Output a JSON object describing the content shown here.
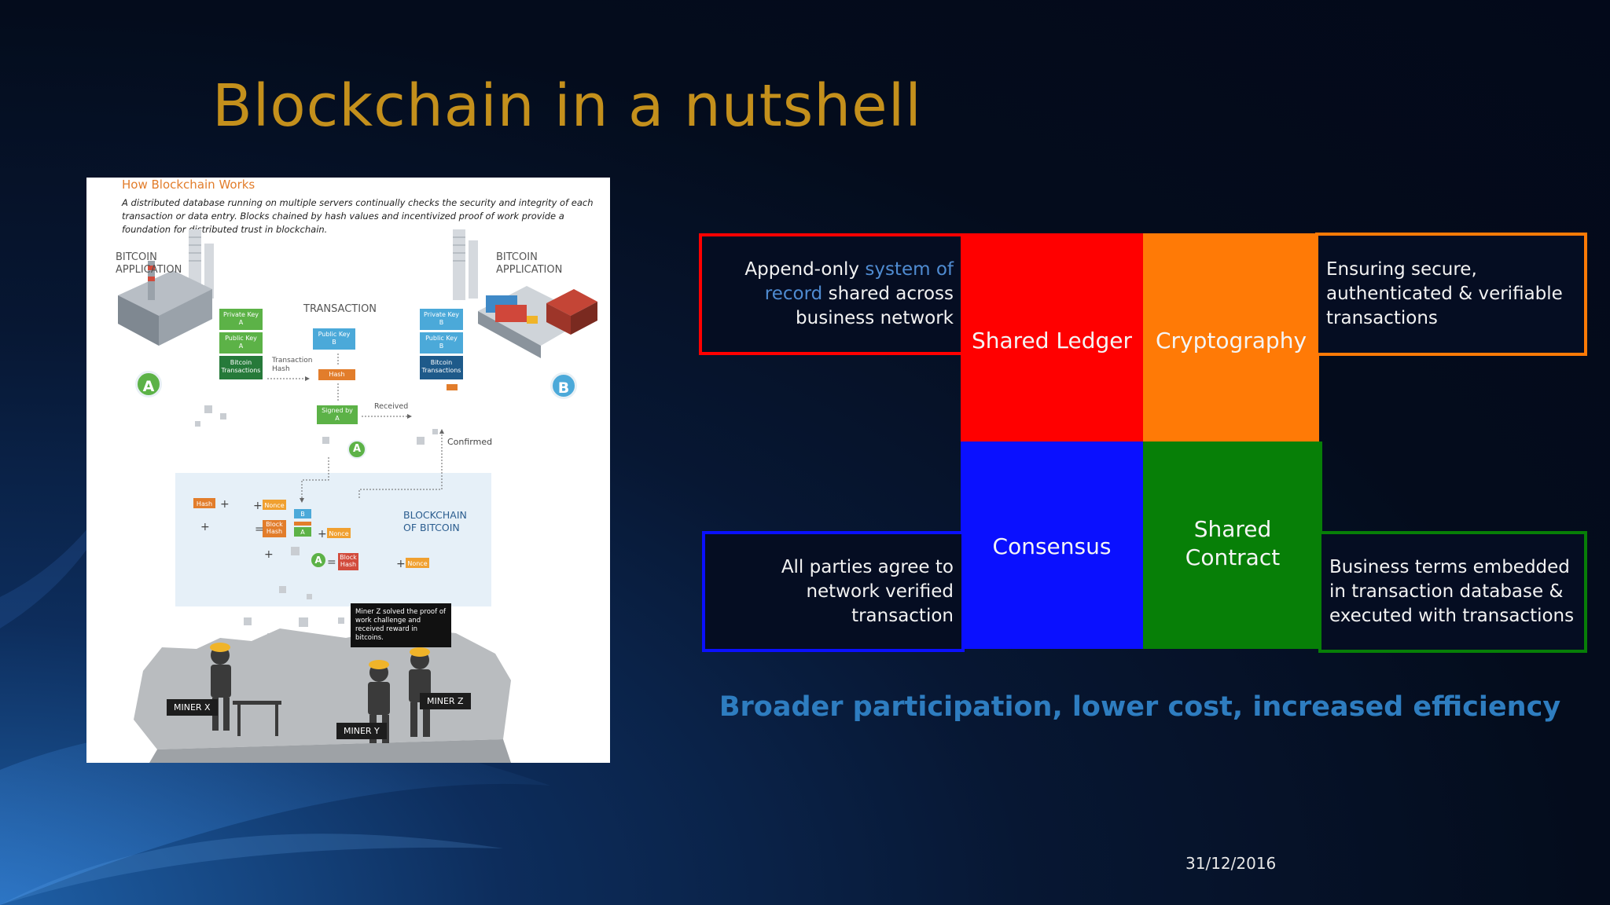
{
  "slide": {
    "title": "Blockchain in a nutshell",
    "date": "31/12/2016",
    "tagline": "Broader participation, lower cost, increased efficiency"
  },
  "infographic": {
    "heading": "How Blockchain Works",
    "description": "A distributed database running on multiple servers continually checks the security and integrity of each transaction or data entry. Blocks chained by hash values and incentivized proof of work provide a foundation for distributed trust in blockchain.",
    "app_left": "BITCOIN\nAPPLICATION",
    "app_right": "BITCOIN\nAPPLICATION",
    "transaction_label": "TRANSACTION",
    "left_stack": [
      "Private Key\nA",
      "Public Key\nA",
      "Bitcoin\nTransactions"
    ],
    "right_stack": [
      "Private Key\nB",
      "Public Key\nB",
      "Bitcoin\nTransactions"
    ],
    "center_stack": [
      "Public Key\nB",
      "Hash",
      "Signed by\nA"
    ],
    "transaction_hash": "Transaction\nHash",
    "received": "Received",
    "confirmed": "Confirmed",
    "blockchain_label": "BLOCKCHAIN\nOF BITCOIN",
    "block_labels": {
      "hash": "Hash",
      "nonce": "Nonce",
      "block_hash": "Block\nHash",
      "b": "B",
      "a": "A"
    },
    "node_a": "A",
    "node_b": "B",
    "miner_note": "Miner Z solved the proof of work challenge and received reward in bitcoins.",
    "miners": [
      "MINER X",
      "MINER Y",
      "MINER Z"
    ]
  },
  "boxes": {
    "shared_ledger": "Shared Ledger",
    "cryptography": "Cryptography",
    "consensus": "Consensus",
    "shared_contract": "Shared\nContract",
    "ledger_desc_pre": "Append-only ",
    "ledger_desc_hl": "system of record",
    "ledger_desc_post": " shared across business network",
    "crypto_desc": "Ensuring secure, authenticated & verifiable transactions",
    "consensus_desc": "All parties agree to network verified transaction",
    "contract_desc": "Business terms embedded in transaction database & executed with transactions"
  },
  "colors": {
    "title": "#c4901c",
    "shared_ledger": "#ff0000",
    "cryptography": "#ff7a06",
    "consensus": "#0a10ff",
    "shared_contract": "#077f07",
    "tagline": "#2e7dc0",
    "highlight": "#4f8bd1"
  }
}
